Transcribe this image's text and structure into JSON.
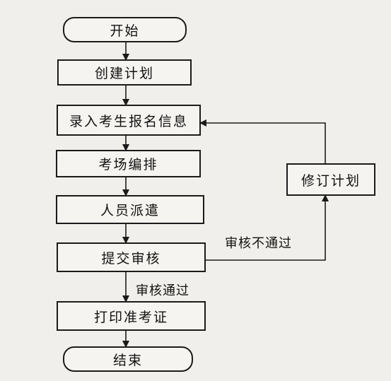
{
  "nodes": {
    "start": "开始",
    "create_plan": "创建计划",
    "enter_info": "录入考生报名信息",
    "arrange": "考场编排",
    "dispatch": "人员派遣",
    "submit_review": "提交审核",
    "print_ticket": "打印准考证",
    "end": "结束",
    "revise_plan": "修订计划"
  },
  "edges": {
    "review_fail": "审核不通过",
    "review_pass": "审核通过"
  },
  "colors": {
    "line": "#1b1b1b",
    "box_fill": "#f6f4f1",
    "background": "#f1efeb"
  }
}
